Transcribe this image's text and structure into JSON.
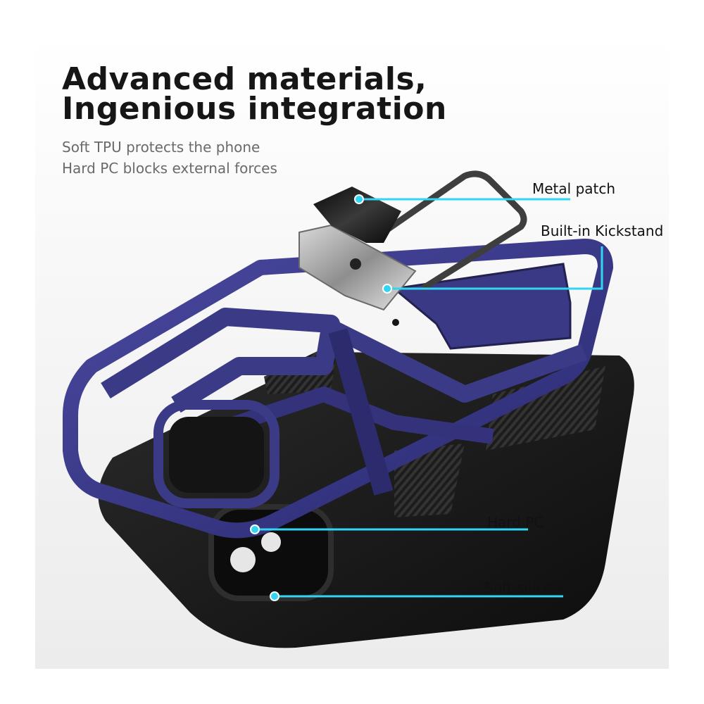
{
  "headline": {
    "line1": "Advanced materials,",
    "line2": "Ingenious integration"
  },
  "subtitle": {
    "line1": "Soft TPU protects the phone",
    "line2": "Hard PC blocks external forces"
  },
  "callouts": {
    "metal_patch": "Metal patch",
    "kickstand": "Built-in Kickstand",
    "hard_pc": "Hard PC",
    "soft_silicone": "Soft silicone"
  },
  "colors": {
    "case_blue": "#3b3a86",
    "case_blue_dark": "#262563",
    "silicone_black": "#1a1a1a",
    "callout_cyan": "#33d6f2",
    "headline": "#161616",
    "subtitle": "#6a6a6a"
  }
}
